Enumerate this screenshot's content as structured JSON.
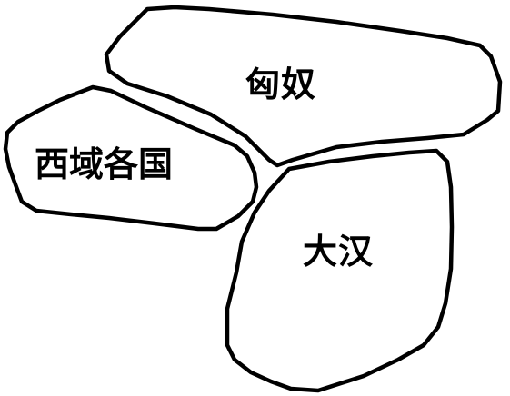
{
  "regions": {
    "xiongnu": {
      "label": "匈奴"
    },
    "xiyu": {
      "label": "西域各国"
    },
    "dahan": {
      "label": "大汉"
    }
  },
  "colors": {
    "outline": "#000000",
    "fill": "#ffffff",
    "background": "#ffffff"
  }
}
